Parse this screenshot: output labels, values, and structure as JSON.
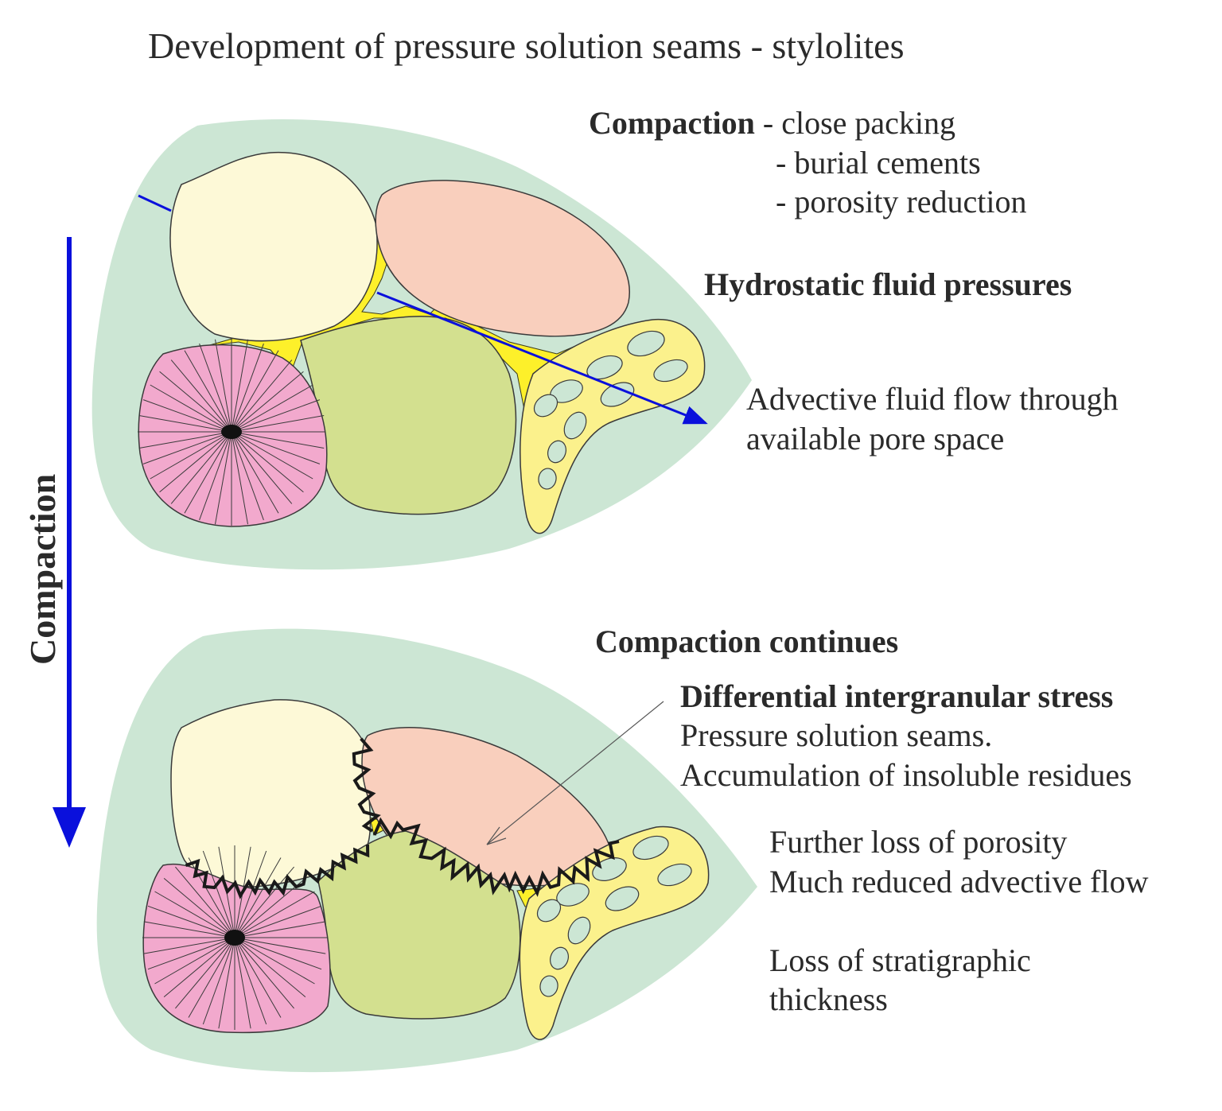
{
  "title": "Development of pressure solution seams - stylolites",
  "side_label": "Compaction",
  "top_panel": {
    "compaction_bold": "Compaction",
    "compaction_items": [
      "- close packing",
      "- burial cements",
      "- porosity reduction"
    ],
    "hydrostatic": "Hydrostatic fluid pressures",
    "advective_lines": [
      "Advective fluid flow through",
      "available pore space"
    ]
  },
  "bottom_panel": {
    "continues": "Compaction continues",
    "differential": "Differential intergranular stress",
    "seams": "Pressure solution seams.",
    "residues": "Accumulation of insoluble residues",
    "further_loss": "Further loss of porosity",
    "reduced_flow": "Much reduced advective flow",
    "thickness_lines": [
      "Loss of stratigraphic",
      "thickness"
    ]
  },
  "colors": {
    "matrix": "#cce6d4",
    "cream_grain": "#fdf9d7",
    "salmon_grain": "#f9cfbd",
    "green_grain": "#d3e08f",
    "pink_grain": "#f2a9cd",
    "yellow_grain": "#fbf18c",
    "cement": "#fdf02a",
    "arrow": "#0a10dc",
    "stylolite": "#1a1a1a"
  }
}
